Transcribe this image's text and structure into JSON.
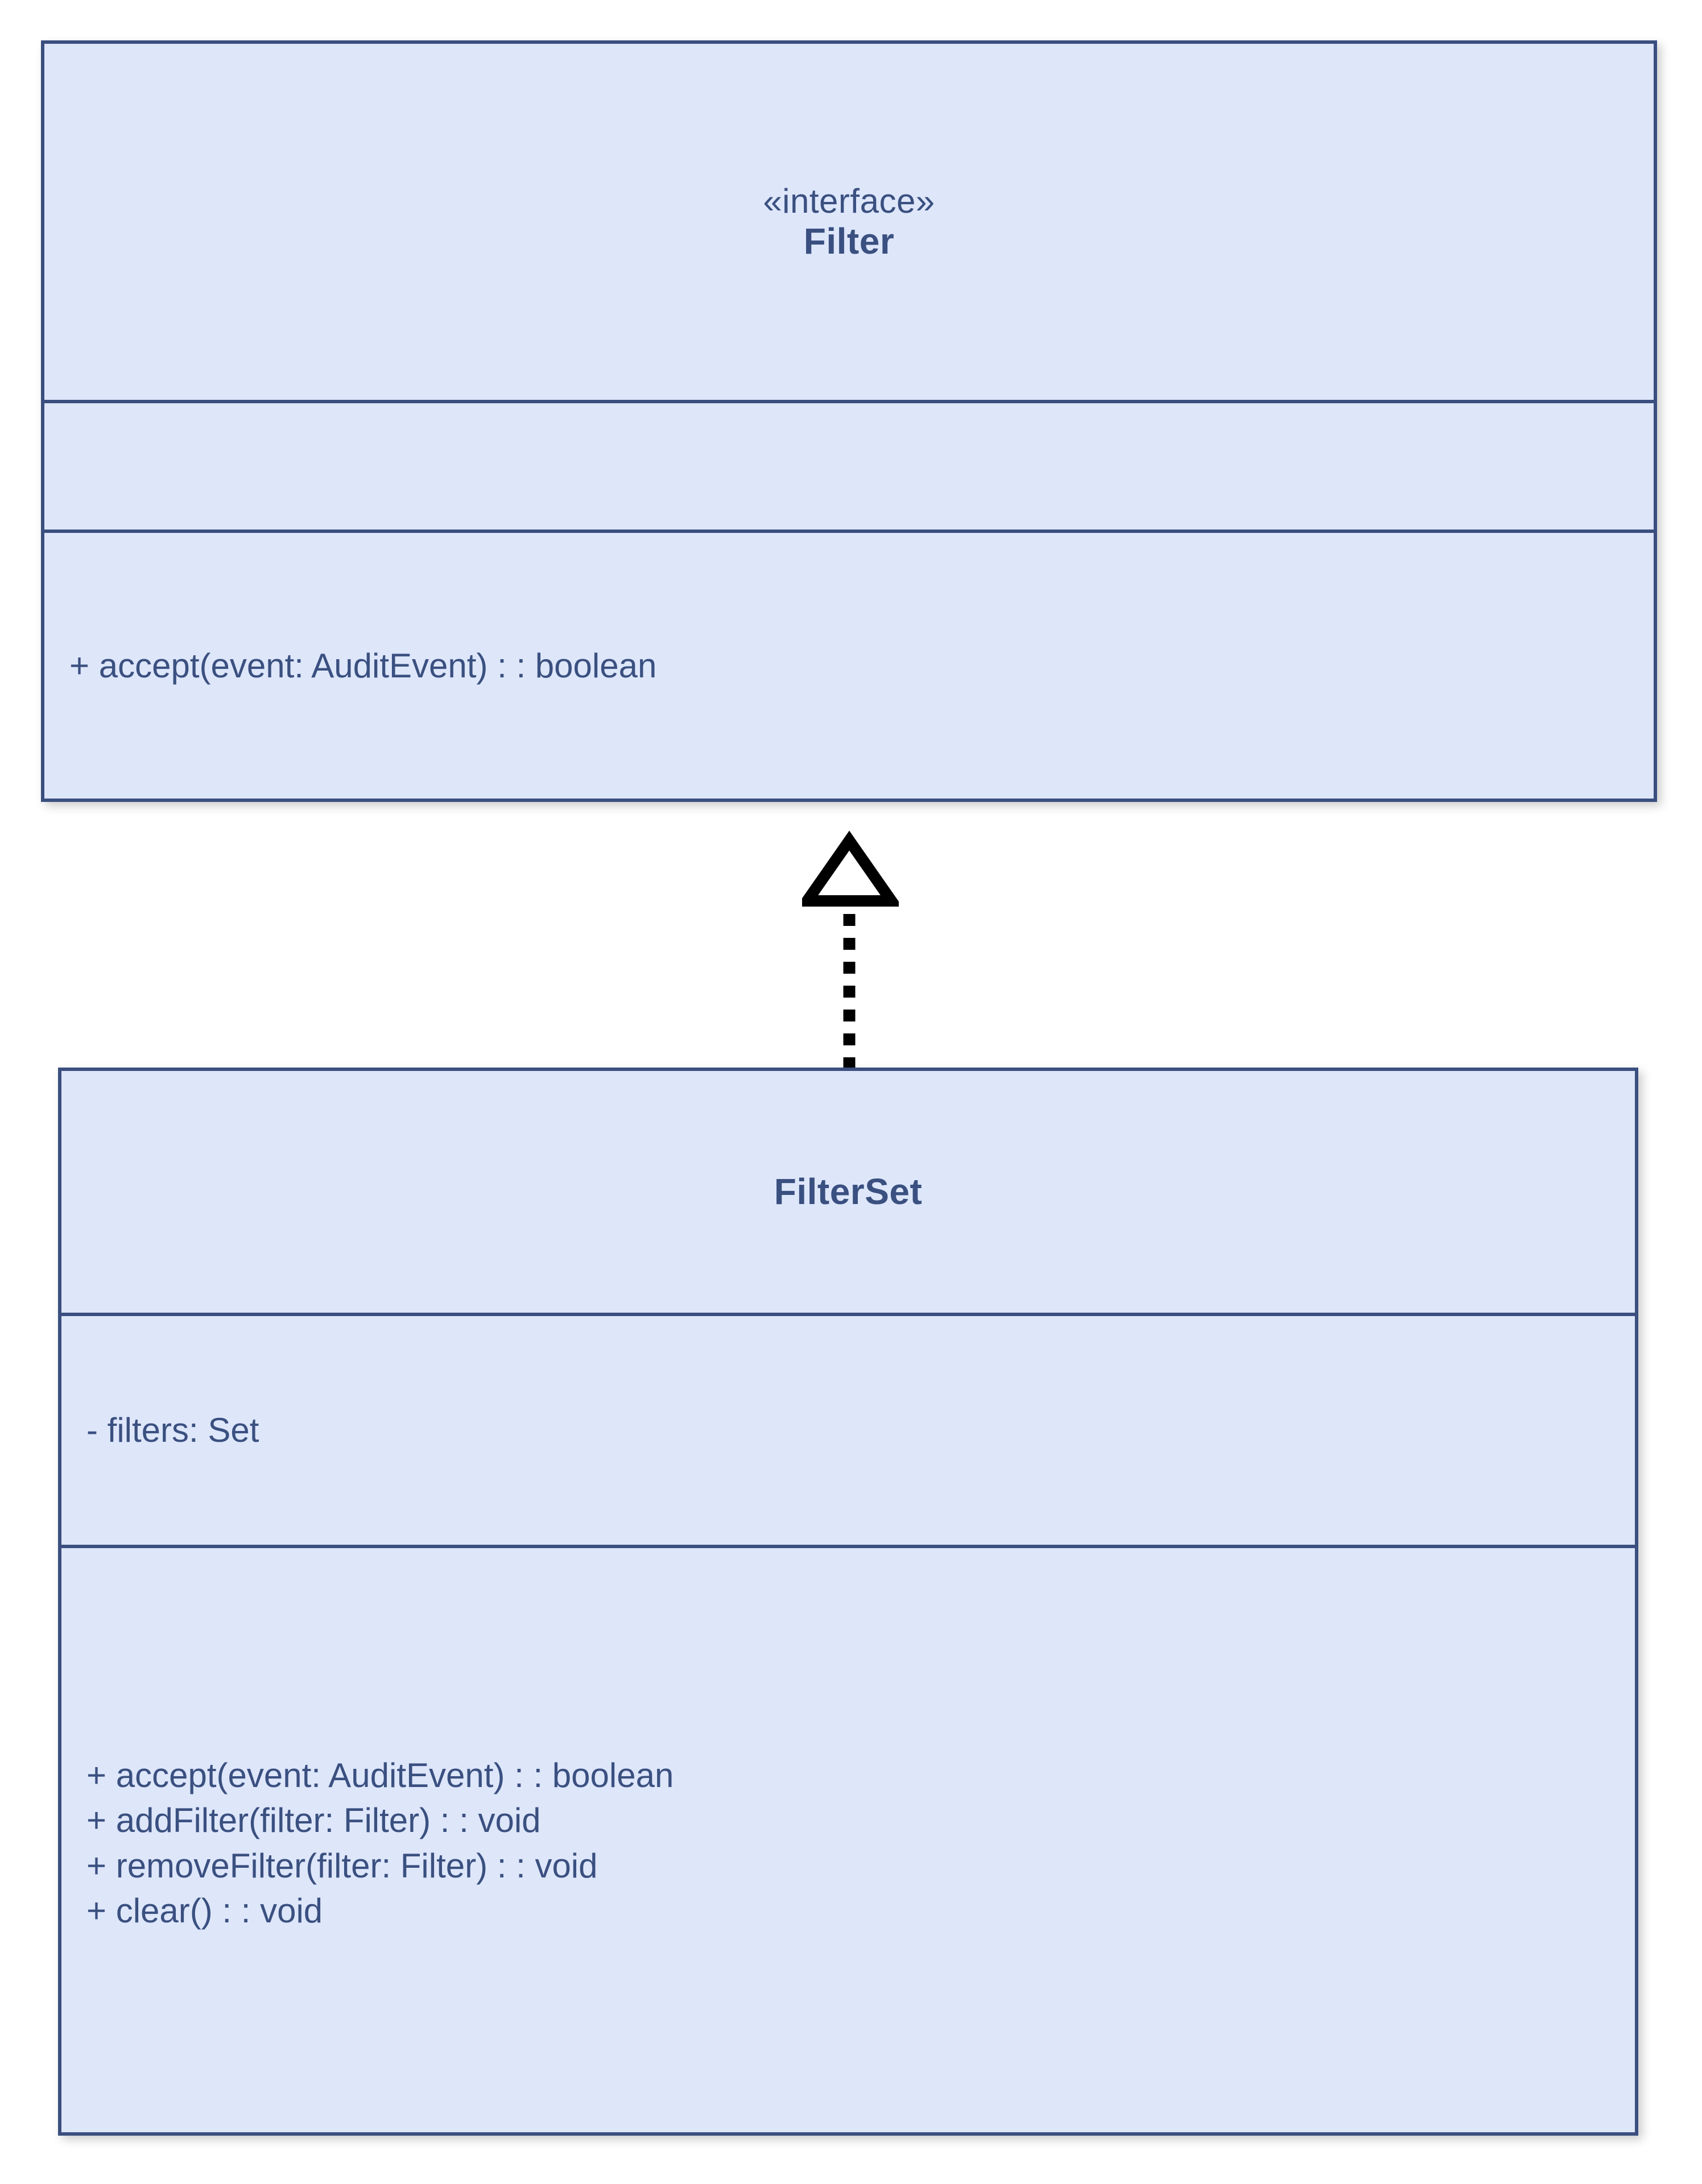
{
  "diagram": {
    "type": "uml-class-diagram",
    "background_color": "#ffffff",
    "node_fill": "#dee6fa",
    "node_stroke": "#3a4f7f",
    "text_color": "#3a5080",
    "connector_color": "#000000"
  },
  "classes": [
    {
      "id": "filter",
      "stereotype": "«interface»",
      "name": "Filter",
      "attributes": [],
      "operations": [
        "+ accept(event: AuditEvent) : : boolean"
      ]
    },
    {
      "id": "filterset",
      "stereotype": "",
      "name": "FilterSet",
      "attributes": [
        "- filters: Set"
      ],
      "operations": [
        "+ accept(event: AuditEvent) : : boolean",
        "+ addFilter(filter: Filter) : : void",
        "+ removeFilter(filter: Filter) : : void",
        "+ clear() : : void"
      ]
    }
  ],
  "relationships": [
    {
      "kind": "realization",
      "label": "",
      "source": "FilterSet",
      "target": "Filter",
      "line_style": "dotted",
      "arrowhead": "hollow-triangle"
    }
  ]
}
